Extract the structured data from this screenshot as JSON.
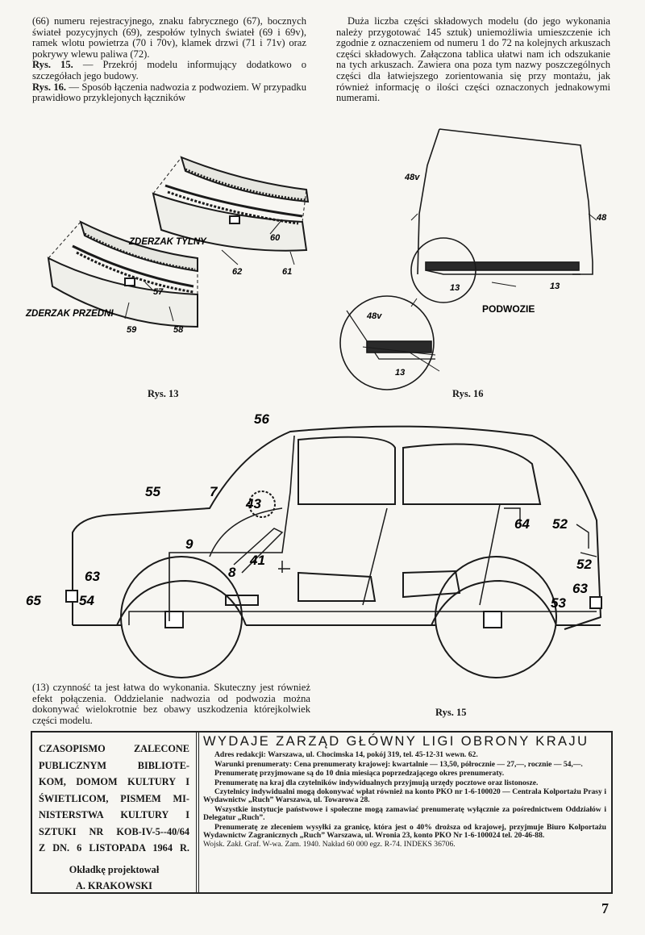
{
  "intro_left": {
    "p1": "(66) numeru rejestracyjnego, znaku fabrycznego (67), bocznych świateł pozycyjnych (69), zespołów tylnych świateł (69 i 69v), ramek wlotu powietrza (70 i 70v), klamek drzwi (71 i 71v) oraz pokrywy wlewu paliwa (72).",
    "rys15_label": "Rys. 15.",
    "rys15_text": " — Przekrój modelu informujący dodatkowo o szczegółach jego budowy.",
    "rys16_label": "Rys. 16.",
    "rys16_text": " — Sposób łączenia nadwozia z podwoziem. W przypadku prawidłowo przyklejonych łączników"
  },
  "intro_right": {
    "text": "Duża liczba części składowych modelu (do jego wykonania należy przygotować 145 sztuk) uniemożliwia umieszczenie ich zgodnie z oznaczeniem od numeru 1 do 72 na kolejnych arkuszach części składowych. Załączona tablica ułatwi nam ich odszukanie na tych arkuszach. Zawiera ona poza tym nazwy poszczególnych części dla łatwiejszego zorientowania się przy montażu, jak również informację o ilości części oznaczonych jednakowymi numerami."
  },
  "fig13": {
    "caption": "Rys. 13",
    "label_rear": "ZDERZAK TYLNY",
    "label_front": "ZDERZAK PRZEDNI",
    "parts": [
      "60",
      "62",
      "61",
      "57",
      "59",
      "58"
    ]
  },
  "fig16": {
    "caption": "Rys. 16",
    "label_chassis": "PODWOZIE",
    "parts": [
      "48v",
      "48",
      "13",
      "13",
      "48v",
      "13"
    ]
  },
  "fig15": {
    "caption": "Rys. 15",
    "parts": [
      "56",
      "55",
      "7",
      "43",
      "64",
      "52",
      "9",
      "52",
      "63",
      "41",
      "8",
      "63",
      "65",
      "54",
      "53"
    ]
  },
  "bottom_text": "(13) czynność ta jest łatwa do wykonania. Skuteczny jest również efekt połączenia. Oddzielanie nadwozia od podwozia można dokonywać wielokrotnie bez obawy uszkodzenia którejkolwiek części modelu.",
  "footer": {
    "left_lines": [
      "CZASOPISMO ZALECONE",
      "PUBLICZNYM BIBLIOTE-",
      "KOM, DOMOM KULTURY I",
      "ŚWIETLICOM, PISMEM MI-",
      "NISTERSTWA KULTURY I",
      "SZTUKI NR KOB-IV-5--40/64",
      "Z DN. 6 LISTOPADA 1964 R."
    ],
    "cover_label": "Okładkę projektował",
    "cover_author": "A. KRAKOWSKI",
    "title": "WYDAJE ZARZĄD GŁÓWNY LIGI OBRONY KRAJU",
    "p1": "Adres redakcji: Warszawa, ul. Chocimska 14, pokój 319, tel. 45-12-31 wewn. 62.",
    "p2": "Warunki prenumeraty: Cena prenumeraty krajowej: kwartalnie — 13,50, półrocznie — 27,—, rocznie — 54,—.",
    "p3": "Prenumeratę przyjmowane są do 10 dnia miesiąca poprzedzającego okres prenumeraty.",
    "p4": "Prenumeratę na kraj dla czytelników indywidualnych przyjmują urzędy pocztowe oraz listonosze.",
    "p5": "Czytelnicy indywidualni mogą dokonywać wpłat również na konto PKO nr 1-6-100020 — Centrala Kolportażu Prasy i Wydawnictw „Ruch” Warszawa, ul. Towarowa 28.",
    "p6": "Wszystkie instytucje państwowe i społeczne mogą zamawiać prenumeratę wyłącznie za pośrednictwem Oddziałów i Delegatur „Ruch”.",
    "p7": "Prenumeratę ze zleceniem wysyłki za granicę, która jest o 40% droższa od krajowej, przyjmuje Biuro Kolportażu Wydawnictw Zagranicznych „Ruch” Warszawa, ul. Wronia 23, konto PKO Nr 1-6-100024 tel. 20-46-88.",
    "p8": "Wojsk. Zakł. Graf. W-wa. Zam. 1940. Nakład 60 000 egz. R-74. INDEKS 36706."
  },
  "page_number": "7"
}
